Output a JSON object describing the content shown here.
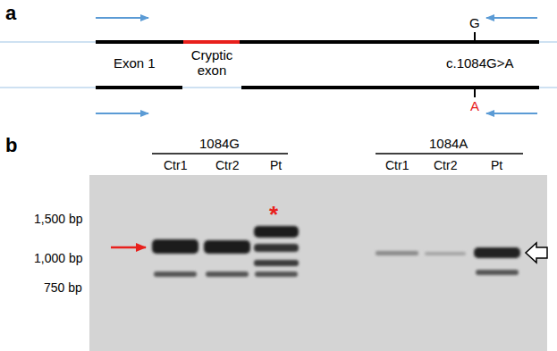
{
  "diagram": {
    "labels": [
      "a",
      "G",
      "Exon 1",
      "Cryptic exon",
      "c.1084G>A",
      "A",
      "b",
      "1084G",
      "1084A",
      "Ctr1",
      "Ctr2",
      "Pt",
      "Ctr1",
      "Ctr2",
      "Pt",
      "1,500 bp",
      "1,000 bp",
      "750 bp",
      "*"
    ]
  }
}
